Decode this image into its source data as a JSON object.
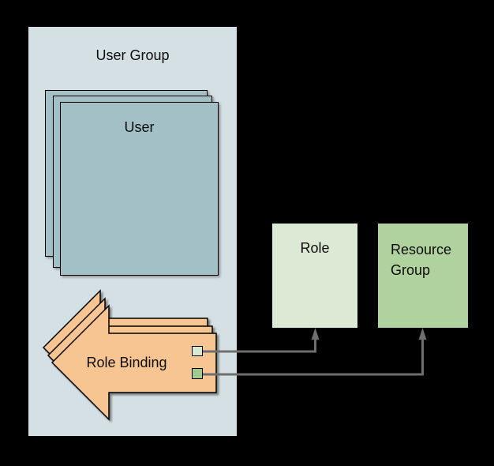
{
  "diagram": {
    "background": "#000000",
    "user_group": {
      "label": "User Group",
      "fill": "#d5e0e4"
    },
    "user_stack": {
      "label": "User",
      "fill": "#a2c0c5",
      "count": 3
    },
    "role_binding": {
      "label": "Role Binding",
      "fill": "#f7c591",
      "count": 3
    },
    "role": {
      "label": "Role",
      "fill": "#dcead5"
    },
    "resource_group": {
      "label": "Resource Group",
      "fill": "#afd29e"
    },
    "ports": {
      "role_port_fill": "#d9e8d3",
      "resource_group_port_fill": "#a3c98f"
    },
    "connectors": [
      {
        "from": "role-binding-role-port",
        "to": "role",
        "color": "#6e6e6e",
        "style": "elbow-arrow"
      },
      {
        "from": "role-binding-resource-port",
        "to": "resource-group",
        "color": "#6e6e6e",
        "style": "elbow-arrow"
      }
    ]
  }
}
